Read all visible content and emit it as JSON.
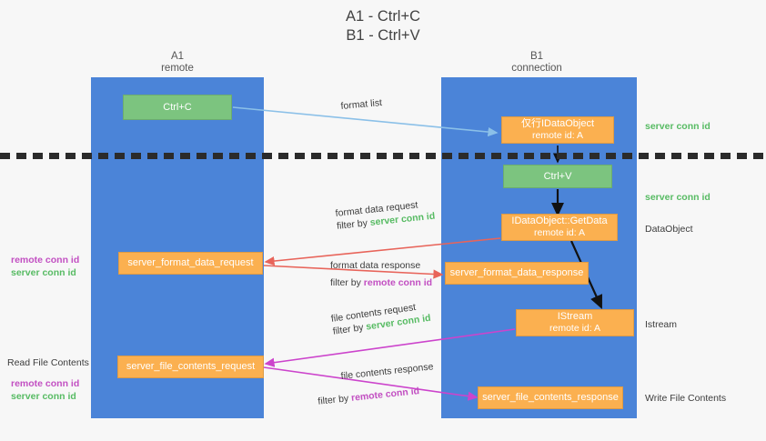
{
  "title": "A1 - Ctrl+C\nB1 - Ctrl+V",
  "columns": {
    "left": {
      "name": "A1",
      "role": "remote"
    },
    "right": {
      "name": "B1",
      "role": "connection"
    }
  },
  "nodes": {
    "ctrl_c": {
      "line1": "Ctrl+C",
      "line2": "",
      "color": "#7cc47f"
    },
    "idataobject_create": {
      "line1": "仅行IDataObject",
      "line2": "remote id: A",
      "color": "#fbb050"
    },
    "ctrl_v": {
      "line1": "Ctrl+V",
      "line2": "",
      "color": "#7cc47f"
    },
    "getdata": {
      "line1": "IDataObject::GetData",
      "line2": "remote id: A",
      "color": "#fbb050"
    },
    "format_data_request": {
      "line1": "server_format_data_request",
      "line2": "",
      "color": "#fbb050"
    },
    "format_data_response": {
      "line1": "server_format_data_response",
      "line2": "",
      "color": "#fbb050"
    },
    "istream": {
      "line1": "IStream",
      "line2": "remote id: A",
      "color": "#fbb050"
    },
    "file_contents_request": {
      "line1": "server_file_contents_request",
      "line2": "",
      "color": "#fbb050"
    },
    "file_contents_response": {
      "line1": "server_file_contents_response",
      "line2": "",
      "color": "#fbb050"
    }
  },
  "edge_labels": {
    "format_list": "format list",
    "format_data_request_t1": "format data request",
    "format_data_request_t2_prefix": "filter by ",
    "format_data_request_t2_value": "server conn id",
    "format_data_response_t1": "format data response",
    "format_data_response_t2_prefix": "filter by ",
    "format_data_response_t2_value": "remote conn id",
    "file_contents_request_t1": "file contents request",
    "file_contents_request_t2_prefix": "filter by ",
    "file_contents_request_t2_value": "server conn id",
    "file_contents_response_t1": "file contents response",
    "file_contents_response_t2_prefix": "filter by ",
    "file_contents_response_t2_value": "remote conn id"
  },
  "right_labels": {
    "server_conn_id_top": "server conn id",
    "server_conn_id_mid": "server conn id",
    "dataobject": "DataObject",
    "istream": "Istream",
    "write_file_contents": "Write File Contents"
  },
  "left_labels": {
    "remote_conn_id_1": "remote conn id",
    "server_conn_id_1": "server conn id",
    "read_file_contents": "Read File Contents",
    "remote_conn_id_2": "remote conn id",
    "server_conn_id_2": "server conn id"
  },
  "colors": {
    "lifeline": "#4b84d8",
    "green_box": "#7cc47f",
    "orange_box": "#fbb050",
    "green_text": "#57bb63",
    "magenta_text": "#c24fc2",
    "arrow_blue": "#8bc0e8",
    "arrow_red": "#e8645a",
    "arrow_magenta": "#cc44cc",
    "arrow_black": "#111111",
    "background": "#f7f7f7"
  }
}
